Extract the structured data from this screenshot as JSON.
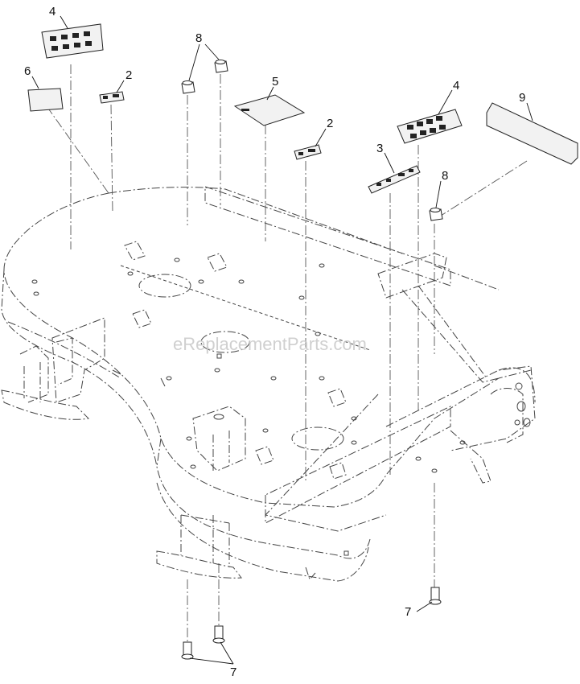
{
  "watermark": "eReplacementParts.com",
  "callouts": [
    {
      "id": "c4a",
      "label": "4"
    },
    {
      "id": "c8a",
      "label": "8"
    },
    {
      "id": "c6",
      "label": "6"
    },
    {
      "id": "c2a",
      "label": "2"
    },
    {
      "id": "c5",
      "label": "5"
    },
    {
      "id": "c2b",
      "label": "2"
    },
    {
      "id": "c4b",
      "label": "4"
    },
    {
      "id": "c9",
      "label": "9"
    },
    {
      "id": "c3",
      "label": "3"
    },
    {
      "id": "c8b",
      "label": "8"
    },
    {
      "id": "c7a",
      "label": "7"
    },
    {
      "id": "c7b",
      "label": "7"
    }
  ]
}
